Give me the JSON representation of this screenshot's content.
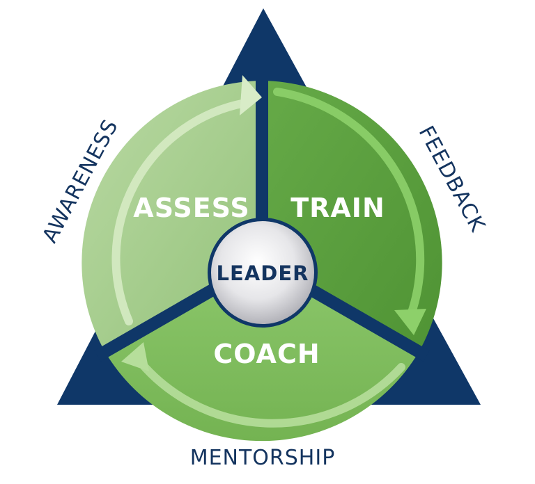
{
  "diagram": {
    "center": "LEADER",
    "segments": {
      "assess": "ASSESS",
      "train": "TRAIN",
      "coach": "COACH"
    },
    "sides": {
      "left": "AWARENESS",
      "right": "FEEDBACK",
      "bottom": "MENTORSHIP"
    },
    "colors": {
      "triangle": "#0f3768",
      "assess": "#a7cd8b",
      "train": "#5a9e3c",
      "coach": "#80bd5f",
      "text_dark": "#14345f"
    }
  }
}
